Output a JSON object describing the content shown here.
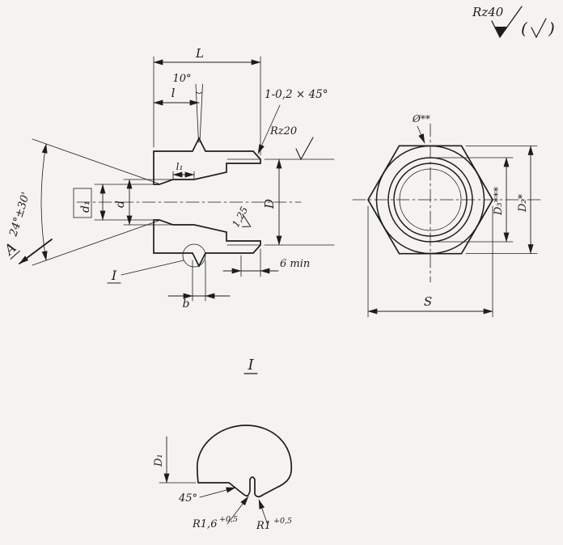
{
  "colors": {
    "paper": "#f4f3ef",
    "ink": "#1d1d1b"
  },
  "general_note": {
    "roughness": "Rz40",
    "paren_open": "(",
    "paren_close": ")"
  },
  "section_view": {
    "dim_overall_length": "L",
    "dim_ridge_offset": "l",
    "ridge_angle": "10°",
    "chamfer_note": "1-0,2 × 45°",
    "thread_roughness": "Rz20",
    "dim_thread_dia": "D",
    "cone_roughness": "1,25",
    "dim_thread_min": "6 min",
    "dim_bore": "d",
    "dim_bore_ref": "d₁",
    "dim_bore_len": "l₁",
    "cone_angle": "24°±30'",
    "view_arrow": "A",
    "detail_ref": "I",
    "dim_groove_width": "b"
  },
  "hex_view": {
    "dia_footnote": "Ø**",
    "dim_D3": "D₃***",
    "dim_D2": "D₂*",
    "dim_across_flats": "S"
  },
  "detail_view": {
    "title": "I",
    "dim_D1": "D₁",
    "chamfer_angle": "45°",
    "radius_left": "R1,6",
    "radius_left_tol": "+0,5",
    "radius_right": "R1",
    "radius_right_tol": "+0,5"
  }
}
